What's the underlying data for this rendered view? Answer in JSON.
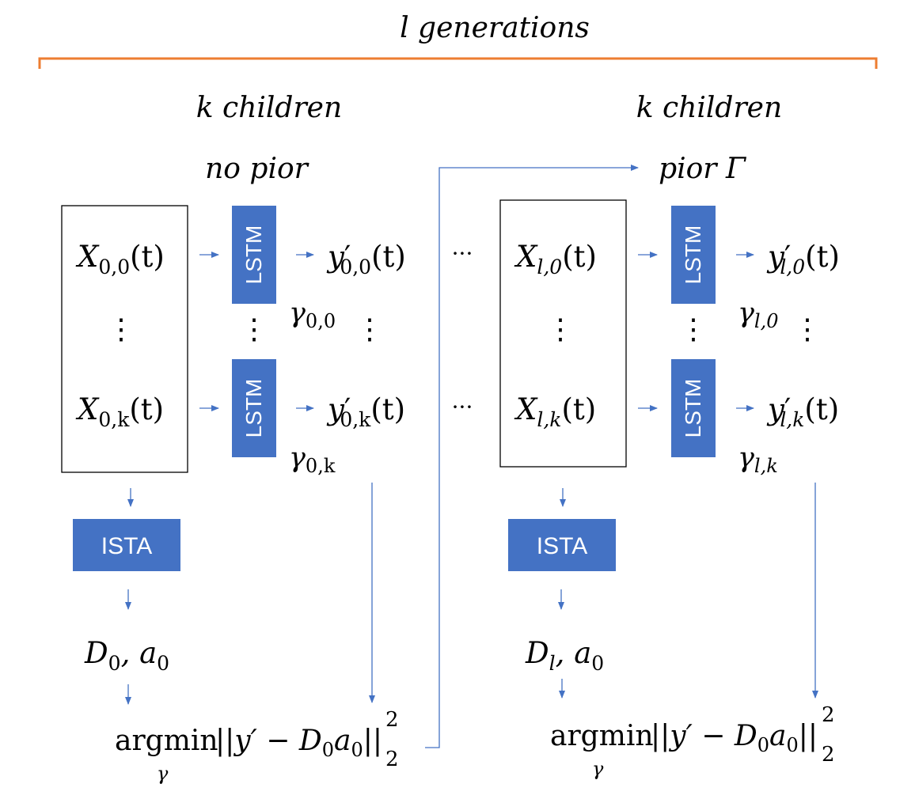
{
  "header": {
    "title": "l generations"
  },
  "left": {
    "children_label": "k children",
    "prior_label": "no pior",
    "inputs": {
      "top": "X",
      "top_sub": "0,0",
      "dots": "⋮",
      "bottom": "X",
      "bottom_sub": "0,k",
      "arg": "(t)"
    },
    "lstm_label": "LSTM",
    "outputs": {
      "top": "y",
      "top_sub": "0,0",
      "bottom": "y",
      "bottom_sub": "0,k",
      "prime": "′",
      "arg": "(t)"
    },
    "gammas": {
      "top": "γ",
      "top_sub": "0,0",
      "bottom": "γ",
      "bottom_sub": "0,k"
    },
    "ista_label": "ISTA",
    "dict": {
      "D": "D",
      "D_sub": "0",
      "sep": ", a",
      "a_sub": "0"
    },
    "objective": {
      "op": "argmin",
      "op_sub": "γ",
      "norm_open": "||y′ − D",
      "d_sub": "0",
      "a": "a",
      "a_sub": "0",
      "norm_close": "||",
      "sub": "2",
      "sup": "2"
    }
  },
  "ellipsis": "···",
  "right": {
    "children_label": "k children",
    "prior_label": "pior Γ",
    "inputs": {
      "top": "X",
      "top_sub": "l,0",
      "dots": "⋮",
      "bottom": "X",
      "bottom_sub": "l,k",
      "arg": "(t)"
    },
    "lstm_label": "LSTM",
    "outputs": {
      "top": "y",
      "top_sub": "l,0",
      "bottom": "y",
      "bottom_sub": "l,k",
      "prime": "′",
      "arg": "(t)"
    },
    "gammas": {
      "top": "γ",
      "top_sub": "l,0",
      "bottom": "γ",
      "bottom_sub": "l,k"
    },
    "ista_label": "ISTA",
    "dict": {
      "D": "D",
      "D_sub": "l",
      "sep": ", a",
      "a_sub": "0"
    },
    "objective": {
      "op": "argmin",
      "op_sub": "γ",
      "norm_open": "||y′ − D",
      "d_sub": "0",
      "a": "a",
      "a_sub": "0",
      "norm_close": "||",
      "sub": "2",
      "sup": "2"
    }
  },
  "colors": {
    "box_blue": "#4472C4",
    "arrow_blue": "#4472C4",
    "brace_orange": "#ED7D31"
  }
}
